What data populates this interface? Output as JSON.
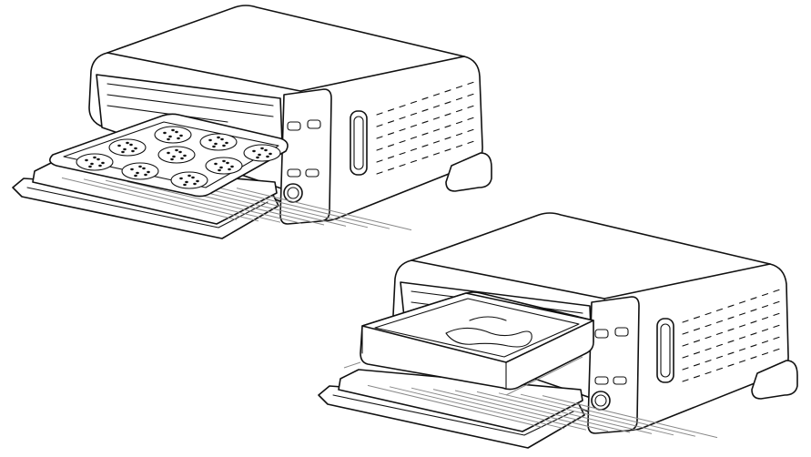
{
  "figure": {
    "illustrations": [
      {
        "subject": "oven-with-cookie-sheet",
        "icon": "cookie-icon",
        "cookie_count": 9
      },
      {
        "subject": "oven-with-baking-pan",
        "icon": "baking-pan-icon"
      }
    ],
    "colors": {
      "line": "#111111",
      "fill": "#ffffff",
      "background": "#ffffff"
    }
  }
}
